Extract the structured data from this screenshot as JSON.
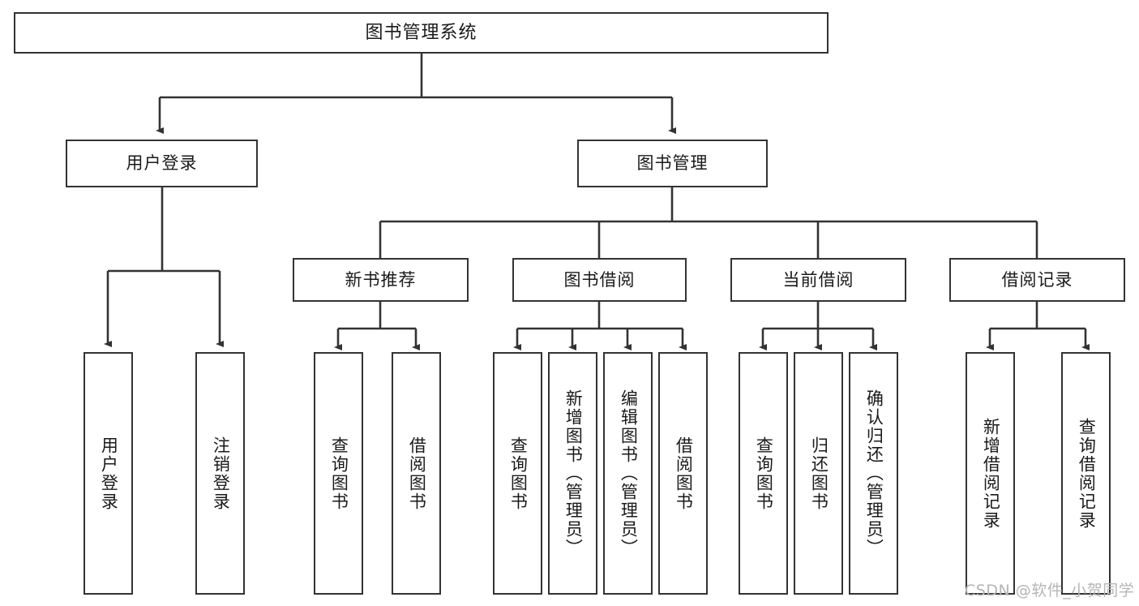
{
  "diagram": {
    "title": "图书管理系统",
    "type": "functional-structure-tree",
    "levels": 4,
    "colors": {
      "stroke": "#333333",
      "fill": "#ffffff",
      "text": "#1a1a1a",
      "watermark": "#b5b5b5"
    },
    "root": {
      "id": "root",
      "label": "图书管理系统"
    },
    "level1": [
      {
        "id": "user-login",
        "label": "用户登录"
      },
      {
        "id": "book-management",
        "label": "图书管理"
      }
    ],
    "level2": [
      {
        "id": "new-book-recommend",
        "label": "新书推荐",
        "parent": "book-management"
      },
      {
        "id": "book-borrow",
        "label": "图书借阅",
        "parent": "book-management"
      },
      {
        "id": "current-borrow",
        "label": "当前借阅",
        "parent": "book-management"
      },
      {
        "id": "borrow-record",
        "label": "借阅记录",
        "parent": "book-management"
      }
    ],
    "leaves": [
      {
        "id": "leaf-user-login",
        "label": "用户登录",
        "parent": "user-login"
      },
      {
        "id": "leaf-user-logout",
        "label": "注销登录",
        "parent": "user-login"
      },
      {
        "id": "leaf-query-book-1",
        "label": "查询图书",
        "parent": "new-book-recommend"
      },
      {
        "id": "leaf-borrow-book-1",
        "label": "借阅图书",
        "parent": "new-book-recommend"
      },
      {
        "id": "leaf-query-book-2",
        "label": "查询图书",
        "parent": "book-borrow"
      },
      {
        "id": "leaf-add-book",
        "label": "新增图书（管理员）",
        "parent": "book-borrow"
      },
      {
        "id": "leaf-edit-book",
        "label": "编辑图书（管理员）",
        "parent": "book-borrow"
      },
      {
        "id": "leaf-borrow-book-2",
        "label": "借阅图书",
        "parent": "book-borrow"
      },
      {
        "id": "leaf-query-book-3",
        "label": "查询图书",
        "parent": "current-borrow"
      },
      {
        "id": "leaf-return-book",
        "label": "归还图书",
        "parent": "current-borrow"
      },
      {
        "id": "leaf-confirm-return",
        "label": "确认归还（管理员）",
        "parent": "current-borrow"
      },
      {
        "id": "leaf-add-record",
        "label": "新增借阅记录",
        "parent": "borrow-record"
      },
      {
        "id": "leaf-query-record",
        "label": "查询借阅记录",
        "parent": "borrow-record"
      }
    ],
    "watermark": "CSDN @软件_小贺同学"
  }
}
